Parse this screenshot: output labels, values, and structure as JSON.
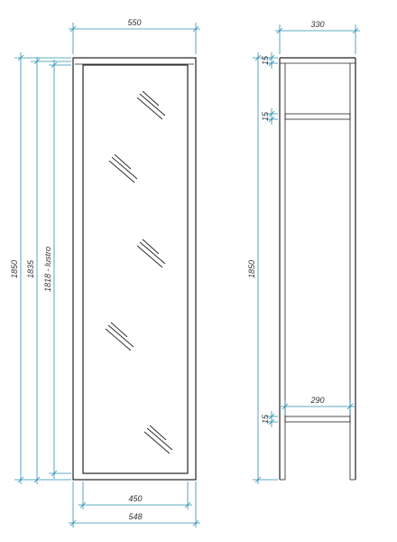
{
  "front_view": {
    "width_total": "550",
    "height_total": "1850",
    "height_body": "1835",
    "height_mirror": "1818 - lustro",
    "width_mirror": "450",
    "width_body": "548"
  },
  "side_view": {
    "depth_top": "330",
    "height_total": "1850",
    "top_panel": "15",
    "shelf_panel": "15",
    "bottom_panel": "15",
    "inner_depth": "290"
  },
  "colors": {
    "dimension_line": "#2a8fb0",
    "outline": "#222222"
  }
}
